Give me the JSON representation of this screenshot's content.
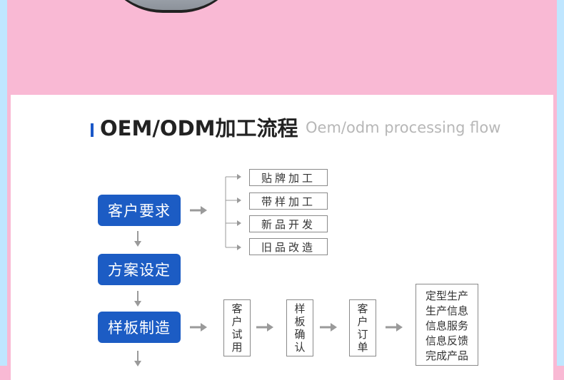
{
  "title": {
    "main": "OEM/ODM加工流程",
    "sub": "Oem/odm processing flow"
  },
  "steps": [
    {
      "label": "客户要求"
    },
    {
      "label": "方案设定"
    },
    {
      "label": "样板制造"
    }
  ],
  "options": [
    {
      "label": "贴牌加工"
    },
    {
      "label": "带样加工"
    },
    {
      "label": "新品开发"
    },
    {
      "label": "旧品改造"
    }
  ],
  "sample_flow": [
    {
      "chars": [
        "客",
        "户",
        "试",
        "用"
      ]
    },
    {
      "chars": [
        "样",
        "板",
        "确",
        "认"
      ]
    },
    {
      "chars": [
        "客",
        "户",
        "订",
        "单"
      ]
    }
  ],
  "final_items": [
    "定型生产",
    "生产信息",
    "信息服务",
    "信息反馈",
    "完成产品"
  ],
  "colors": {
    "background_pink": "#f9b9d4",
    "accent_blue": "#1c5cc4",
    "arrow_gray": "#9a9a9a",
    "subtitle_gray": "#b7b7b7"
  }
}
